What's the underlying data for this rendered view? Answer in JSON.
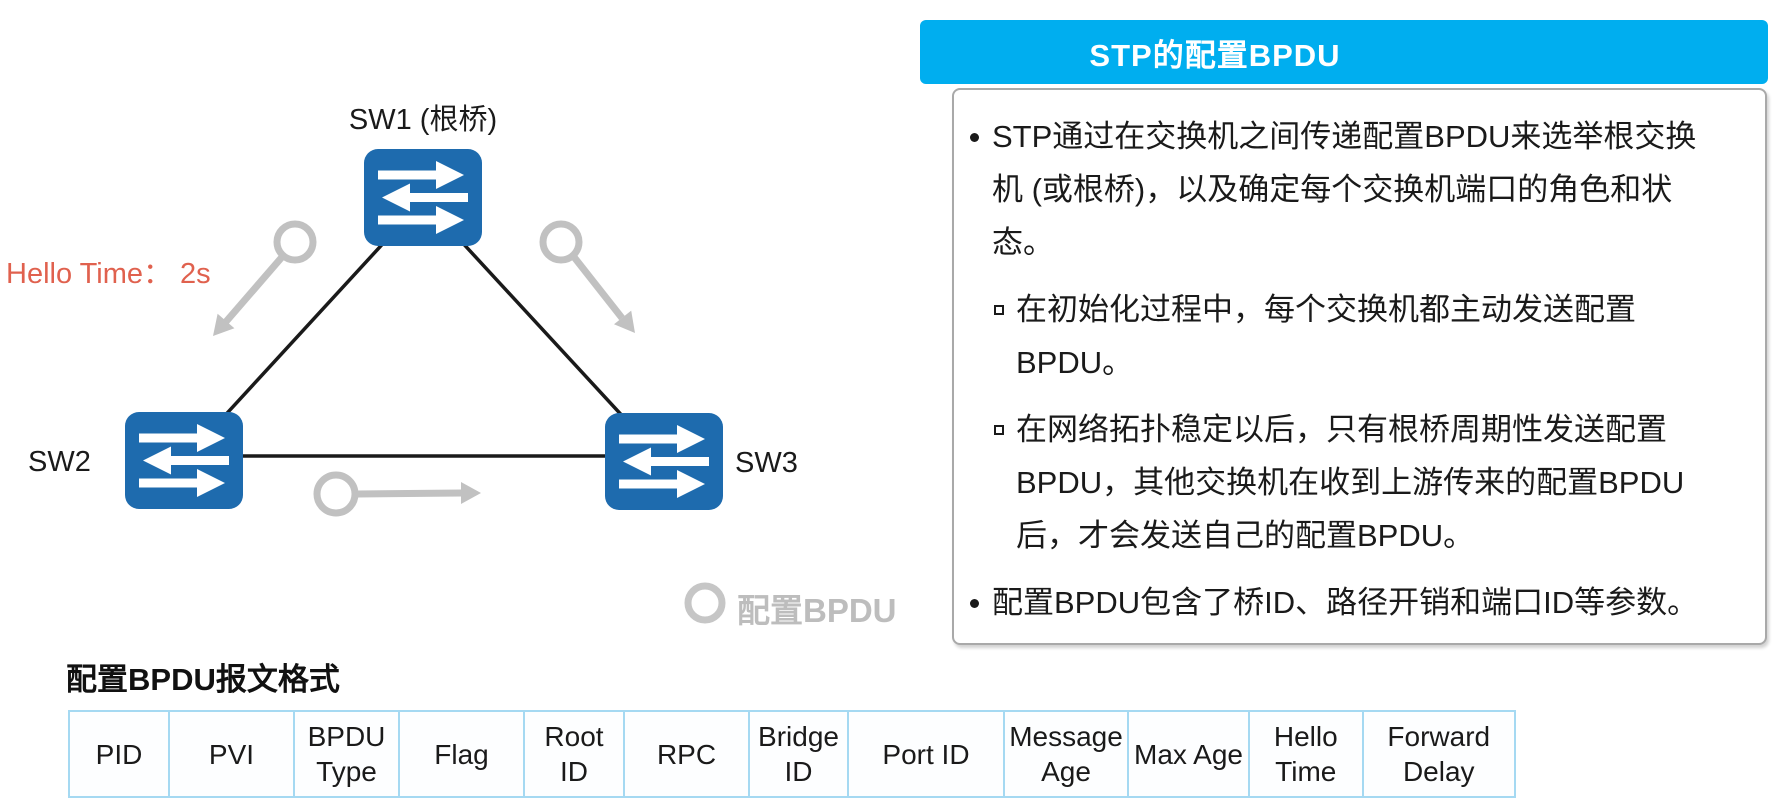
{
  "diagram": {
    "sw1_label": "SW1 (根桥)",
    "sw2_label": "SW2",
    "sw3_label": "SW3",
    "hello_time_label": "Hello Time： 2s",
    "legend_label": "配置BPDU",
    "colors": {
      "switch_blue": "#1E6BAE",
      "link_black": "#1a1a1a",
      "bpdu_gray": "#C1C1C1",
      "hello_time_red": "#E0614E"
    }
  },
  "panel": {
    "title": "STP的配置BPDU",
    "header_color": "#00AEEF",
    "bullets": [
      {
        "level": 1,
        "text": "STP通过在交换机之间传递配置BPDU来选举根交换\n机 (或根桥)，以及确定每个交换机端口的角色和状\n态。"
      },
      {
        "level": 2,
        "text": "在初始化过程中，每个交换机都主动发送配置\nBPDU。"
      },
      {
        "level": 2,
        "text": "在网络拓扑稳定以后，只有根桥周期性发送配置\nBPDU，其他交换机在收到上游传来的配置BPDU\n后，才会发送自己的配置BPDU。"
      },
      {
        "level": 1,
        "text": "配置BPDU包含了桥ID、路径开销和端口ID等参数。"
      }
    ]
  },
  "table": {
    "title": "配置BPDU报文格式",
    "border_color": "#A5D9F2",
    "fields": [
      "PID",
      "PVI",
      "BPDU Type",
      "Flag",
      "Root ID",
      "RPC",
      "Bridge ID",
      "Port ID",
      "Message Age",
      "Max Age",
      "Hello Time",
      "Forward Delay"
    ]
  }
}
